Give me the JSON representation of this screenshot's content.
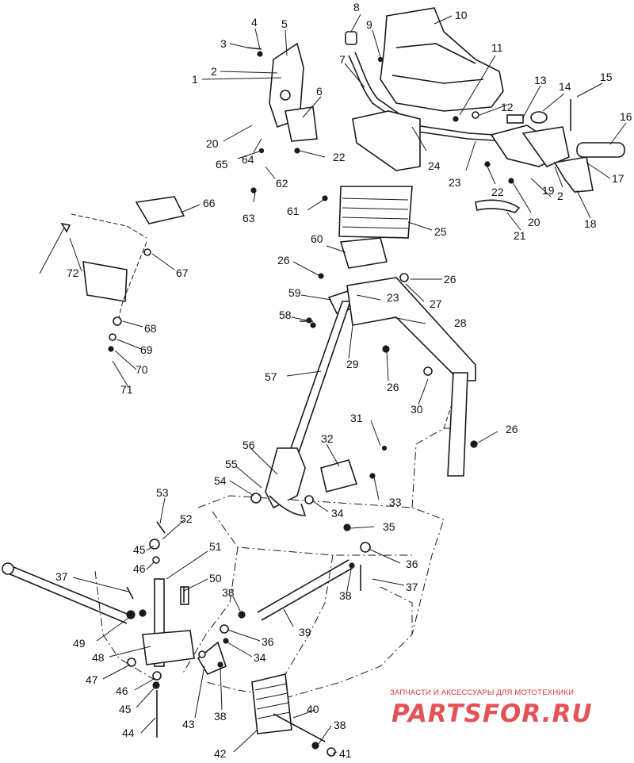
{
  "diagram": {
    "part_labels": [
      "1",
      "2",
      "3",
      "4",
      "5",
      "6",
      "7",
      "8",
      "9",
      "10",
      "11",
      "12",
      "13",
      "14",
      "15",
      "16",
      "17",
      "18",
      "19",
      "20",
      "21",
      "22",
      "23",
      "24",
      "25",
      "26",
      "27",
      "28",
      "29",
      "30",
      "31",
      "32",
      "33",
      "34",
      "35",
      "36",
      "37",
      "38",
      "39",
      "40",
      "41",
      "42",
      "43",
      "44",
      "45",
      "46",
      "47",
      "48",
      "49",
      "50",
      "51",
      "52",
      "53",
      "54",
      "55",
      "56",
      "57",
      "58",
      "59",
      "60",
      "61",
      "62",
      "63",
      "64",
      "65",
      "66",
      "67",
      "68",
      "69",
      "70",
      "71",
      "72"
    ]
  },
  "watermark": {
    "caption": "ЗАПЧАСТИ И АКСЕССУАРЫ ДЛЯ МОТОТЕХНИКИ",
    "logo": "PARTSFOR.RU"
  }
}
